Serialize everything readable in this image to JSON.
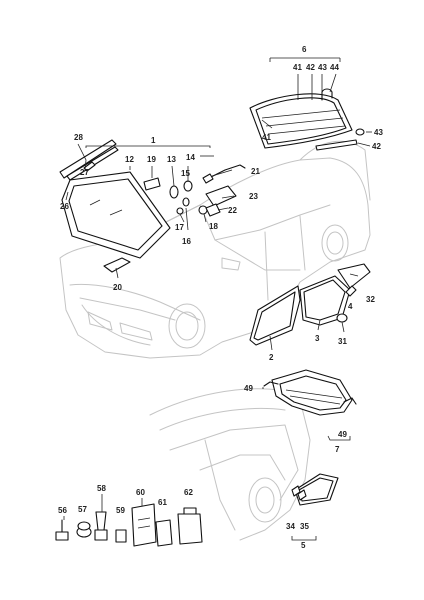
{
  "callouts": {
    "c1": "1",
    "c2": "2",
    "c3": "3",
    "c4": "4",
    "c5": "5",
    "c6": "6",
    "c7": "7",
    "c12": "12",
    "c13": "13",
    "c14": "14",
    "c15": "15",
    "c16": "16",
    "c17": "17",
    "c18": "18",
    "c19": "19",
    "c20": "20",
    "c21": "21",
    "c22": "22",
    "c23": "23",
    "c26": "26",
    "c27": "27",
    "c28": "28",
    "c31": "31",
    "c32": "32",
    "c34": "34",
    "c35": "35",
    "c41a": "41",
    "c42a": "42",
    "c43a": "43",
    "c44": "44",
    "c41b": "41",
    "c42b": "42",
    "c43b": "43",
    "c49a": "49",
    "c49b": "49",
    "c56": "56",
    "c57": "57",
    "c58": "58",
    "c59": "59",
    "c60": "60",
    "c61": "61",
    "c62": "62"
  }
}
